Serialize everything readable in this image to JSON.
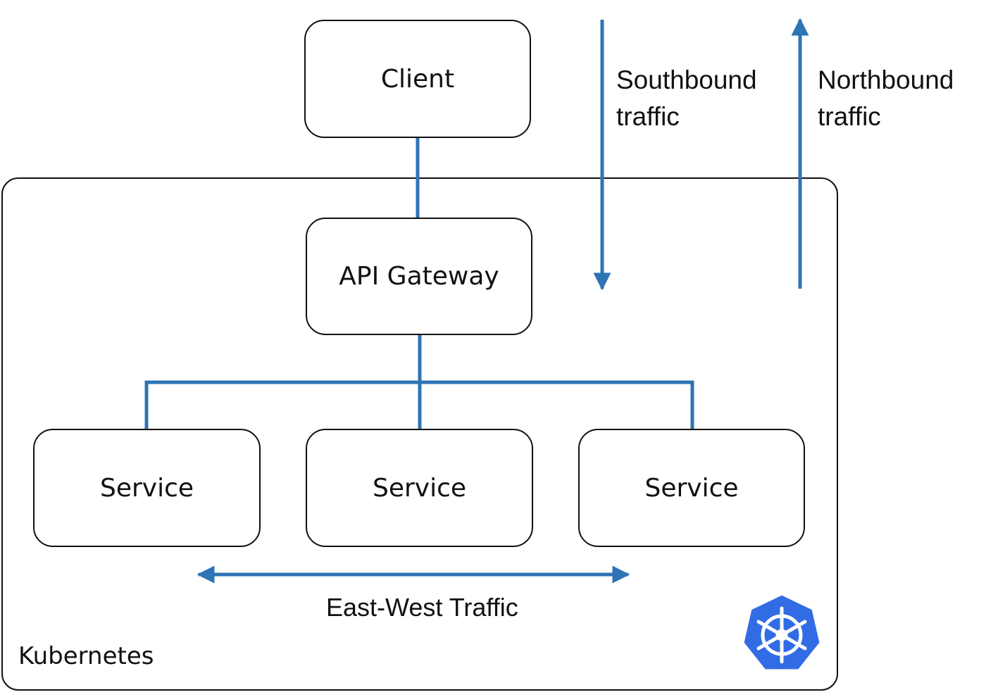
{
  "nodes": {
    "client": "Client",
    "gateway": "API Gateway",
    "services": [
      "Service",
      "Service",
      "Service"
    ]
  },
  "cluster": {
    "label": "Kubernetes",
    "logo": "kubernetes-helm-icon"
  },
  "traffic": {
    "southbound": [
      "Southbound",
      "traffic"
    ],
    "northbound": [
      "Northbound",
      "traffic"
    ],
    "east_west": "East-West Traffic"
  },
  "colors": {
    "line": "#2e74b5",
    "logo": "#326ce5",
    "border": "#111111"
  }
}
